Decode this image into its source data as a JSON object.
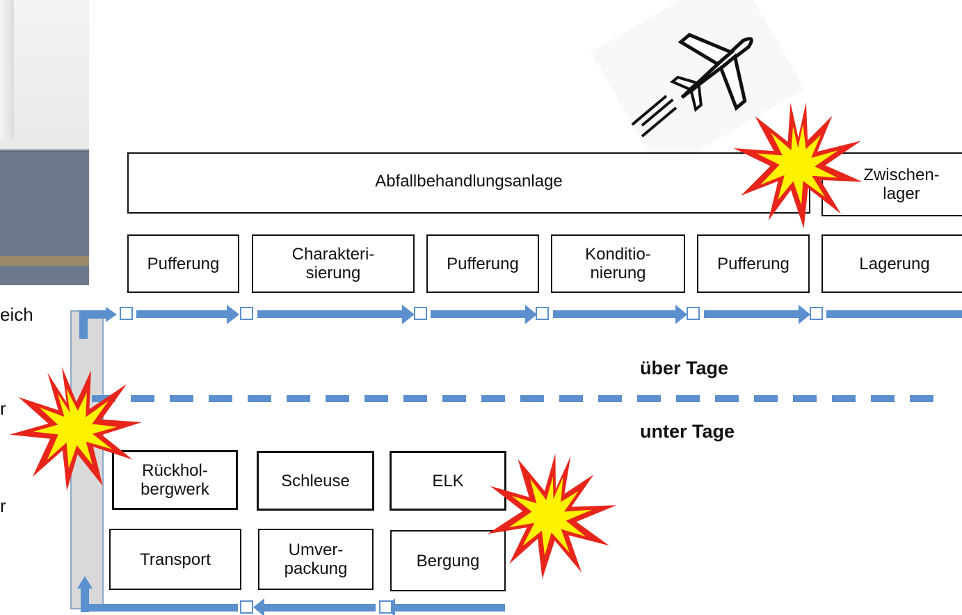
{
  "left_side_text": [
    "eich",
    "r",
    "r"
  ],
  "top_process": {
    "facility_label": "Abfallbehandlungsanlage",
    "interim_storage_label": "Zwischen-\nlager",
    "steps": [
      "Pufferung",
      "Charakteri-\nsierung",
      "Pufferung",
      "Konditio-\nnierung",
      "Pufferung",
      "Lagerung"
    ]
  },
  "zones": {
    "above": "über Tage",
    "below": "unter Tage"
  },
  "underground": {
    "row1": [
      "Rückhol-\nbergwerk",
      "Schleuse",
      "ELK"
    ],
    "row2": [
      "Transport",
      "Umver-\npackung",
      "Bergung"
    ]
  },
  "icons": [
    "photo-fragment",
    "airplane-icon",
    "explosion-icon",
    "explosion-icon",
    "explosion-icon",
    "flow-arrow-icon"
  ],
  "colors": {
    "arrow_blue": "#5b8fce",
    "divider_blue": "#5b8fce",
    "shaft_gray": "#d9d9d9",
    "burst_red": "#e8251b",
    "burst_yellow": "#fff200"
  }
}
